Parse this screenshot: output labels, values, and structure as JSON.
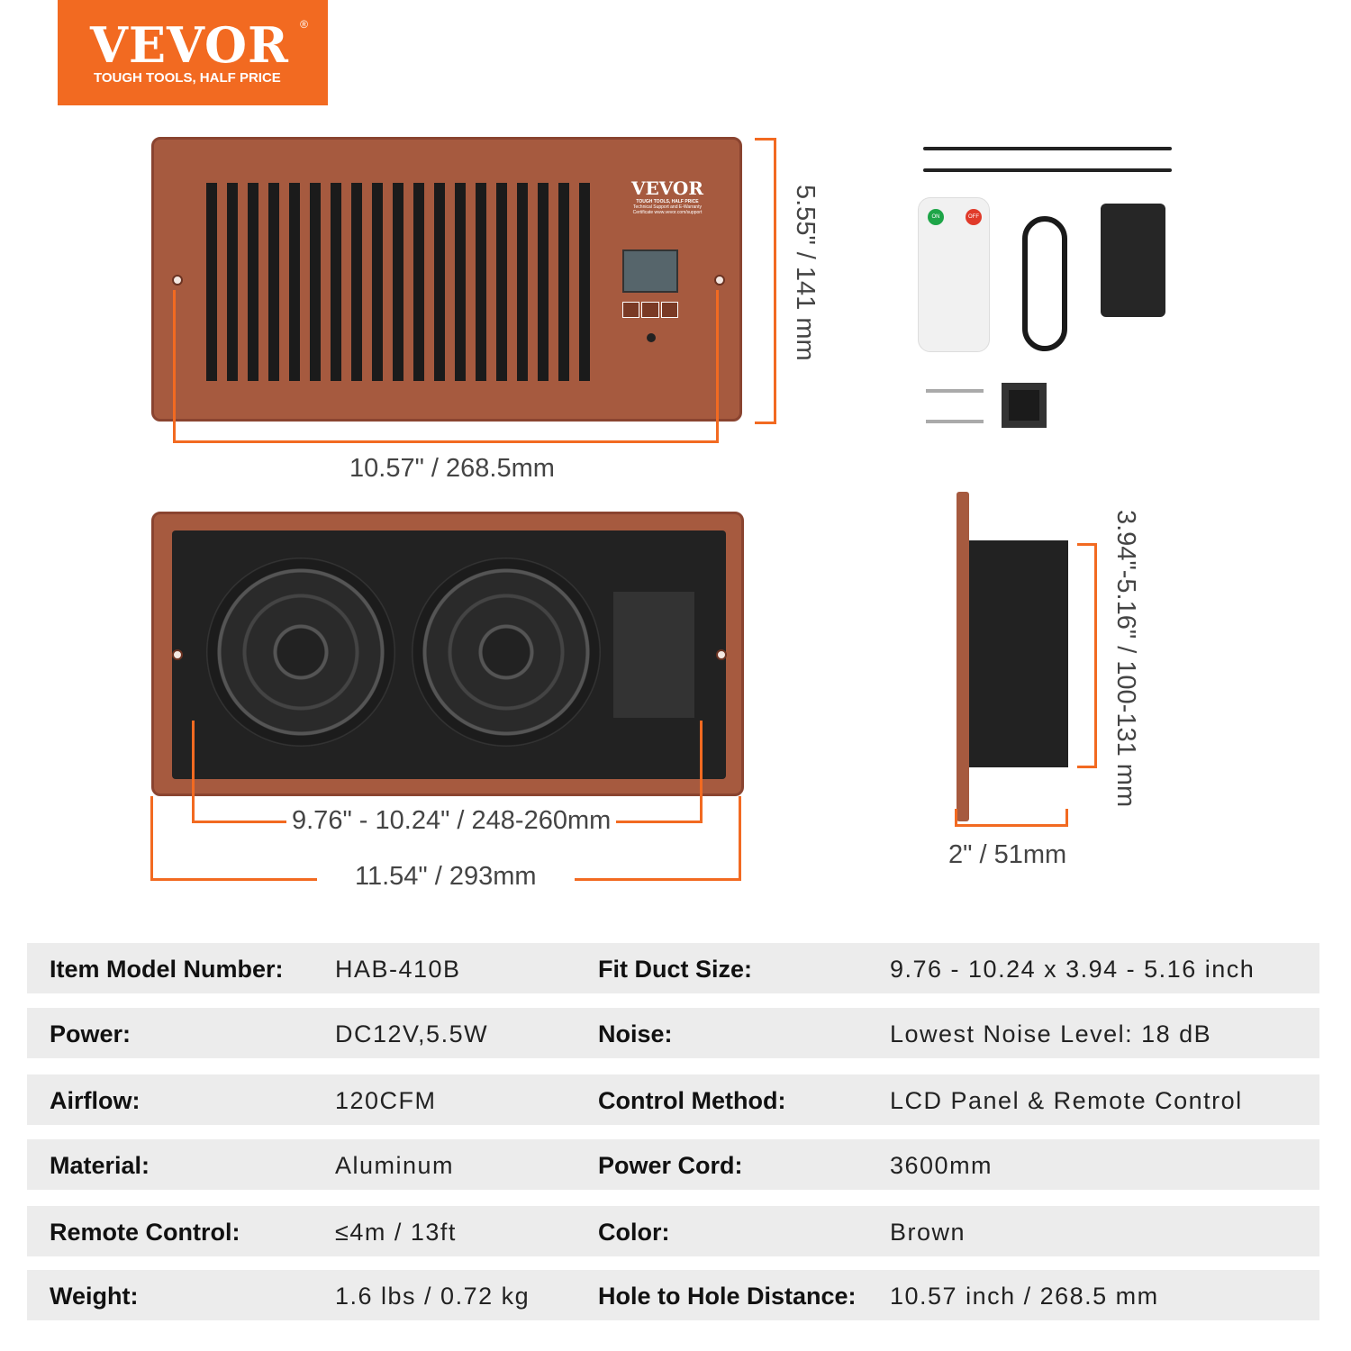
{
  "logo": {
    "brand": "VEVOR",
    "tagline": "TOUGH TOOLS, HALF PRICE",
    "registered": "®"
  },
  "vent_label": {
    "brand": "VEVOR",
    "tagline": "TOUGH TOOLS, HALF PRICE",
    "line1": "Technical Support and E-Warranty",
    "line2": "Certificate www.vevor.com/support"
  },
  "remote": {
    "on": "ON",
    "off": "OFF"
  },
  "dimensions": {
    "front_width": "10.57\" / 268.5mm",
    "front_height": "5.55\" /  141 mm",
    "duct_width": "9.76\" - 10.24\" / 248-260mm",
    "overall_width": "11.54\" /  293mm",
    "depth": "2\" /  51mm",
    "duct_height": "3.94\"-5.16\"  /  100-131 mm"
  },
  "colors": {
    "brand_orange": "#f26a21",
    "product_brown": "#a65a3f",
    "row_bg": "#ececec"
  },
  "specs": [
    {
      "label": "Item Model Number:",
      "value": "HAB-410B",
      "label2": "Fit Duct Size:",
      "value2": "9.76 - 10.24  x 3.94 - 5.16 inch"
    },
    {
      "label": "Power:",
      "value": "DC12V,5.5W",
      "label2": "Noise:",
      "value2": "Lowest Noise Level: 18 dB"
    },
    {
      "label": "Airflow:",
      "value": "120CFM",
      "label2": "Control Method:",
      "value2": "LCD Panel & Remote Control"
    },
    {
      "label": "Material:",
      "value": "Aluminum",
      "label2": "Power Cord:",
      "value2": "3600mm"
    },
    {
      "label": "Remote Control:",
      "value": "≤4m / 13ft",
      "label2": "Color:",
      "value2": "Brown"
    },
    {
      "label": "Weight:",
      "value": "1.6 lbs / 0.72 kg",
      "label2": "Hole to Hole Distance:",
      "value2": "10.57 inch / 268.5 mm"
    }
  ]
}
